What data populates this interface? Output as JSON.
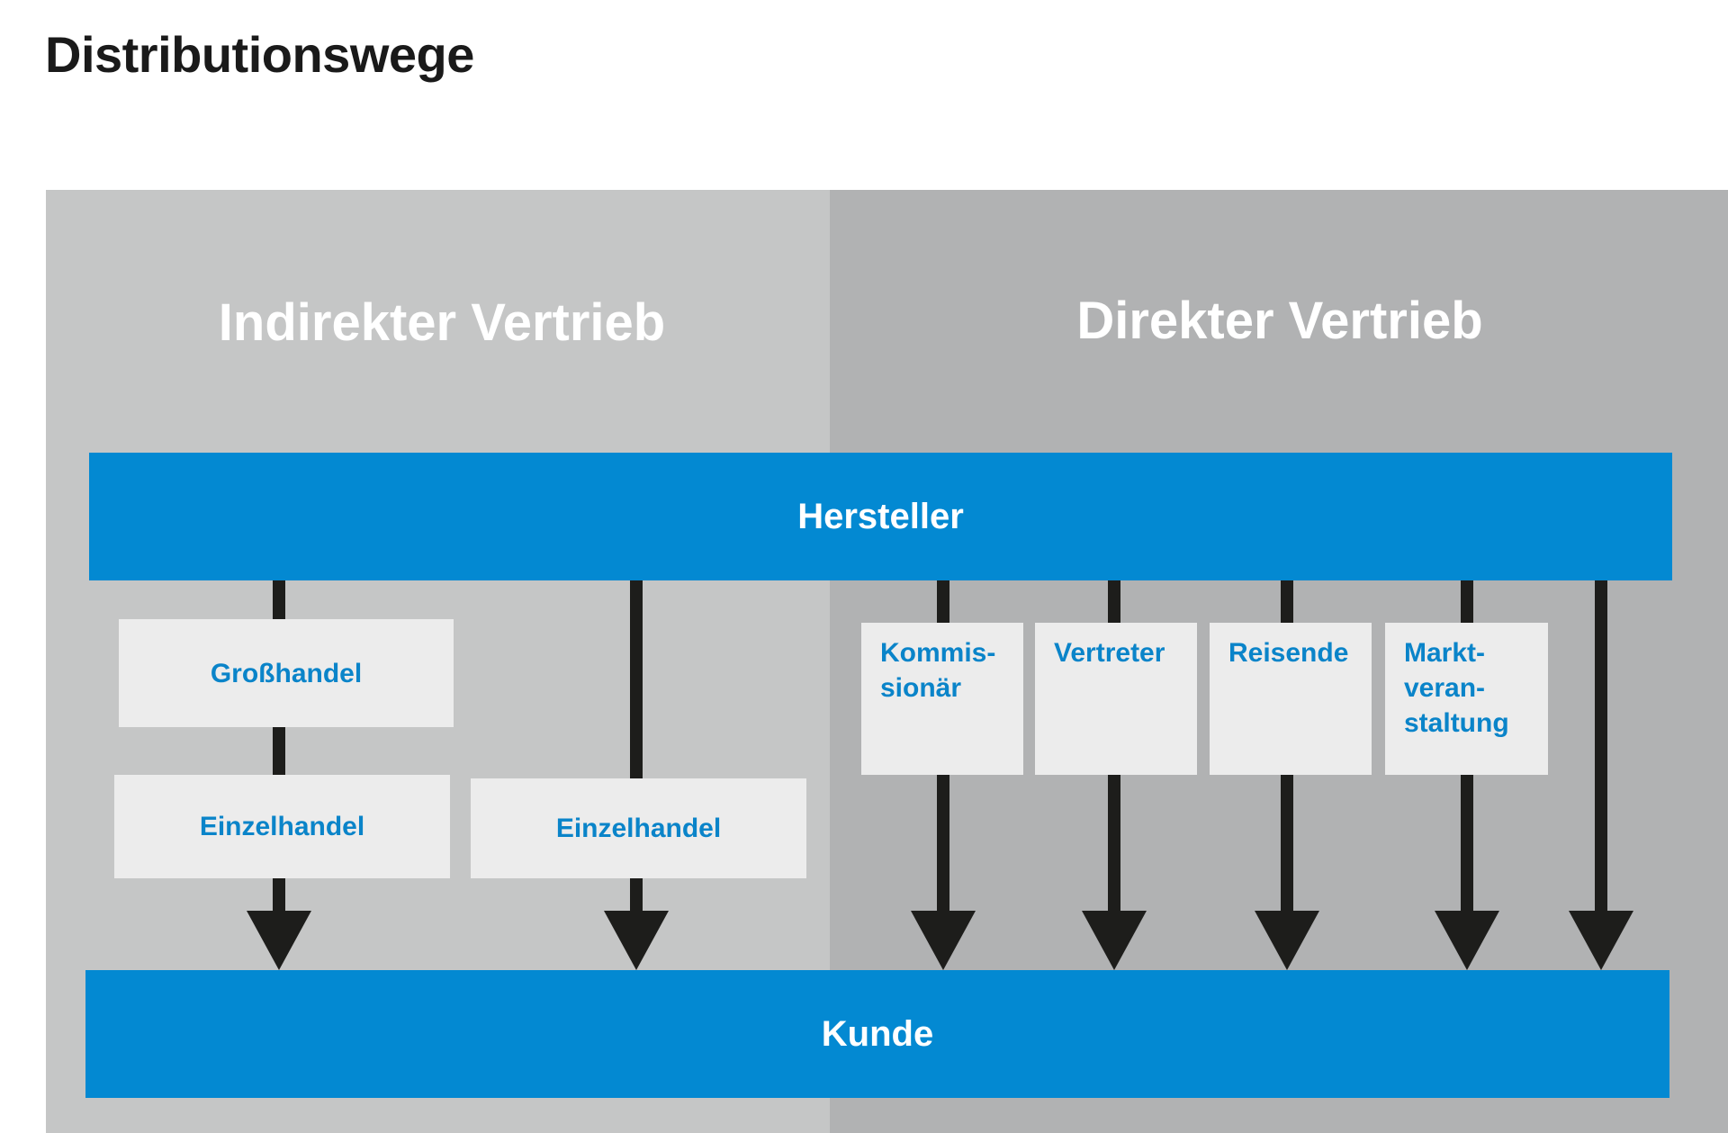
{
  "title": "Distributionswege",
  "sections": {
    "indirect": "Indirekter Vertrieb",
    "direct": "Direkter Vertrieb"
  },
  "producer": "Hersteller",
  "customer": "Kunde",
  "indirect_boxes": {
    "wholesale": "Großhandel",
    "retail_1": "Einzelhandel",
    "retail_2": "Einzelhandel"
  },
  "direct_boxes": {
    "commission_agent": "Kommis-\nsionär",
    "representative": "Vertreter",
    "traveling_salesman": "Reisende",
    "market_event": "Markt-\nveran-\nstaltung"
  },
  "colors": {
    "accent_blue": "#0389d2",
    "box_text_blue": "#0a84c9",
    "panel_light": "#c5c6c6",
    "panel_dark": "#b1b2b3",
    "box_bg": "#ececec",
    "arrow": "#1d1d1b"
  }
}
